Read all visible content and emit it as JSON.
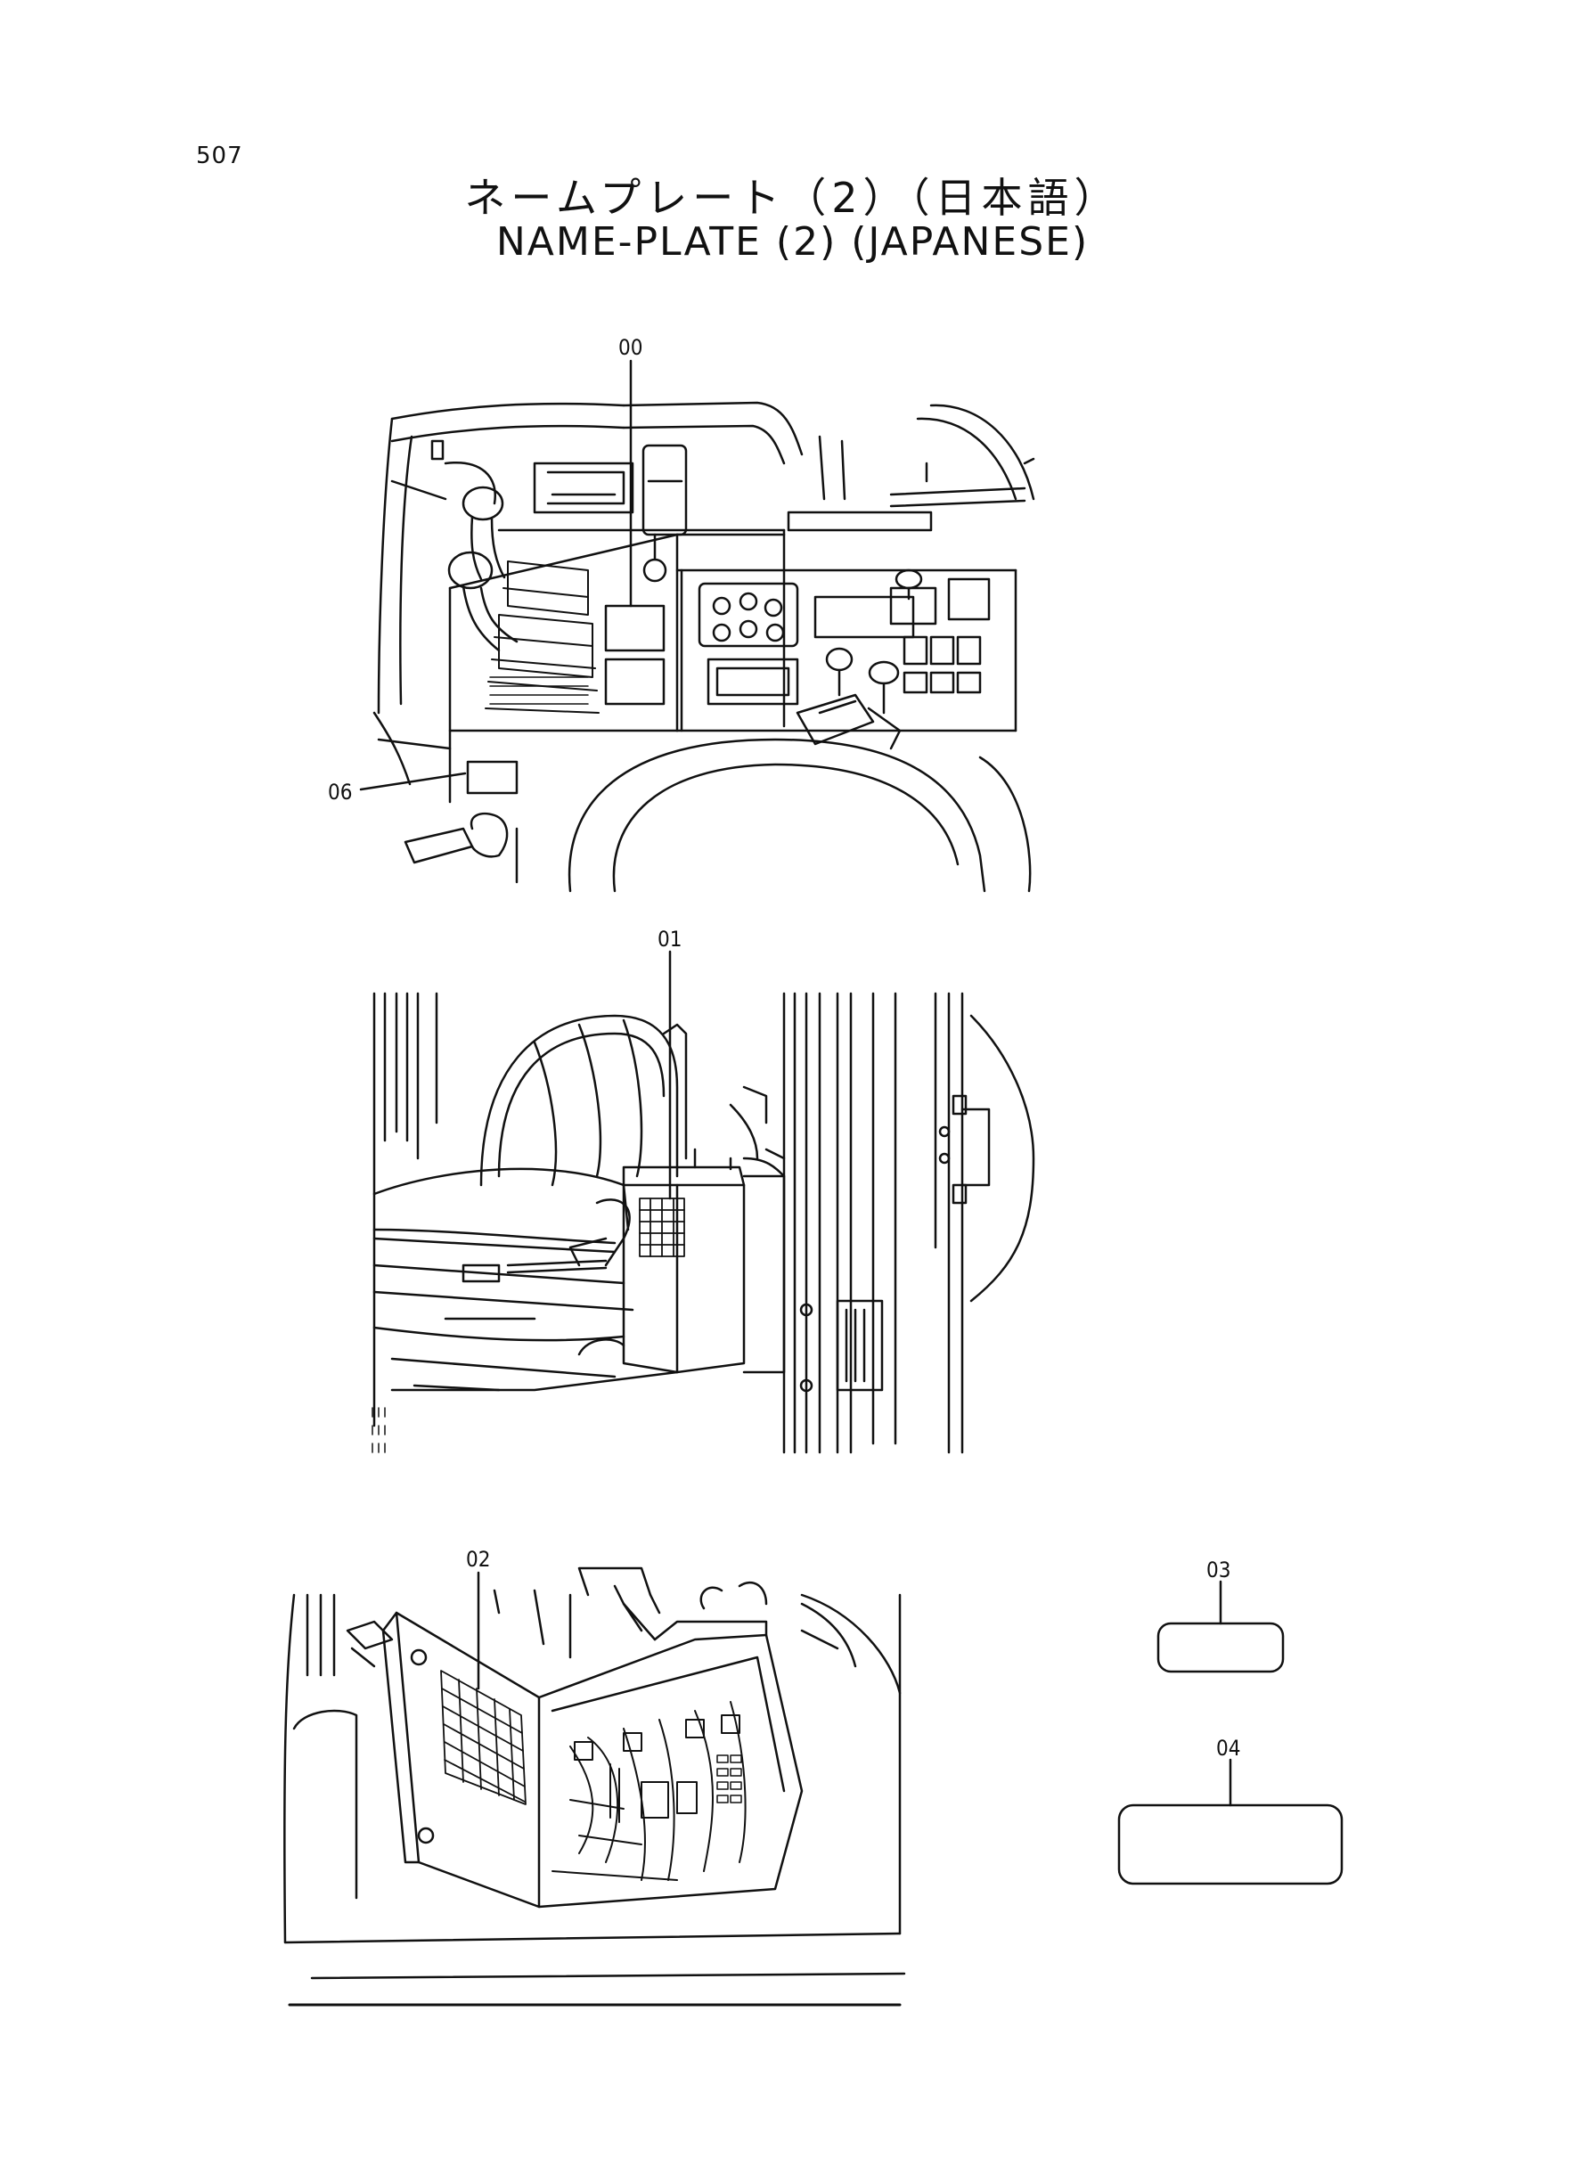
{
  "page_number": "507",
  "title_japanese": "ネームプレート（2）（日本語）",
  "title_english": "NAME-PLATE (2) (JAPANESE)",
  "callouts": {
    "c00": "00",
    "c06": "06",
    "c01": "01",
    "c02": "02",
    "c03": "03",
    "c04": "04"
  },
  "colors": {
    "line": "#111111",
    "background": "#ffffff"
  }
}
